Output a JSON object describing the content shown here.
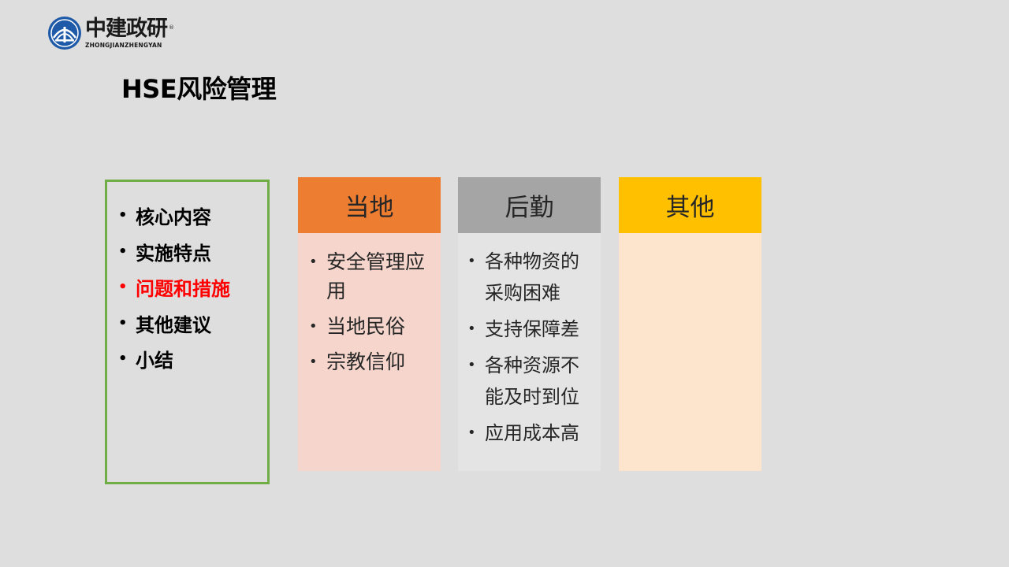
{
  "logo": {
    "name_cn": "中建政研",
    "name_en": "ZHONGJIANZHENGYAN",
    "registered": "®",
    "color": "#1e5aa8"
  },
  "page_title": "HSE风险管理",
  "toc": {
    "border_color": "#70ad47",
    "active_color": "#ff0000",
    "items": [
      {
        "label": "核心内容",
        "active": false
      },
      {
        "label": "实施特点",
        "active": false
      },
      {
        "label": "问题和措施",
        "active": true
      },
      {
        "label": "其他建议",
        "active": false
      },
      {
        "label": "小结",
        "active": false
      }
    ]
  },
  "columns": [
    {
      "title": "当地",
      "header_color": "#ed7d31",
      "body_color": "#f6d6cc",
      "items": [
        "安全管理应用",
        "当地民俗",
        "宗教信仰"
      ]
    },
    {
      "title": "后勤",
      "header_color": "#a5a5a5",
      "body_color": "#e4e4e4",
      "items": [
        "各种物资的采购困难",
        "支持保障差",
        "各种资源不能及时到位",
        "应用成本高"
      ]
    },
    {
      "title": "其他",
      "header_color": "#ffc000",
      "body_color": "#fde4cc",
      "items": []
    }
  ]
}
